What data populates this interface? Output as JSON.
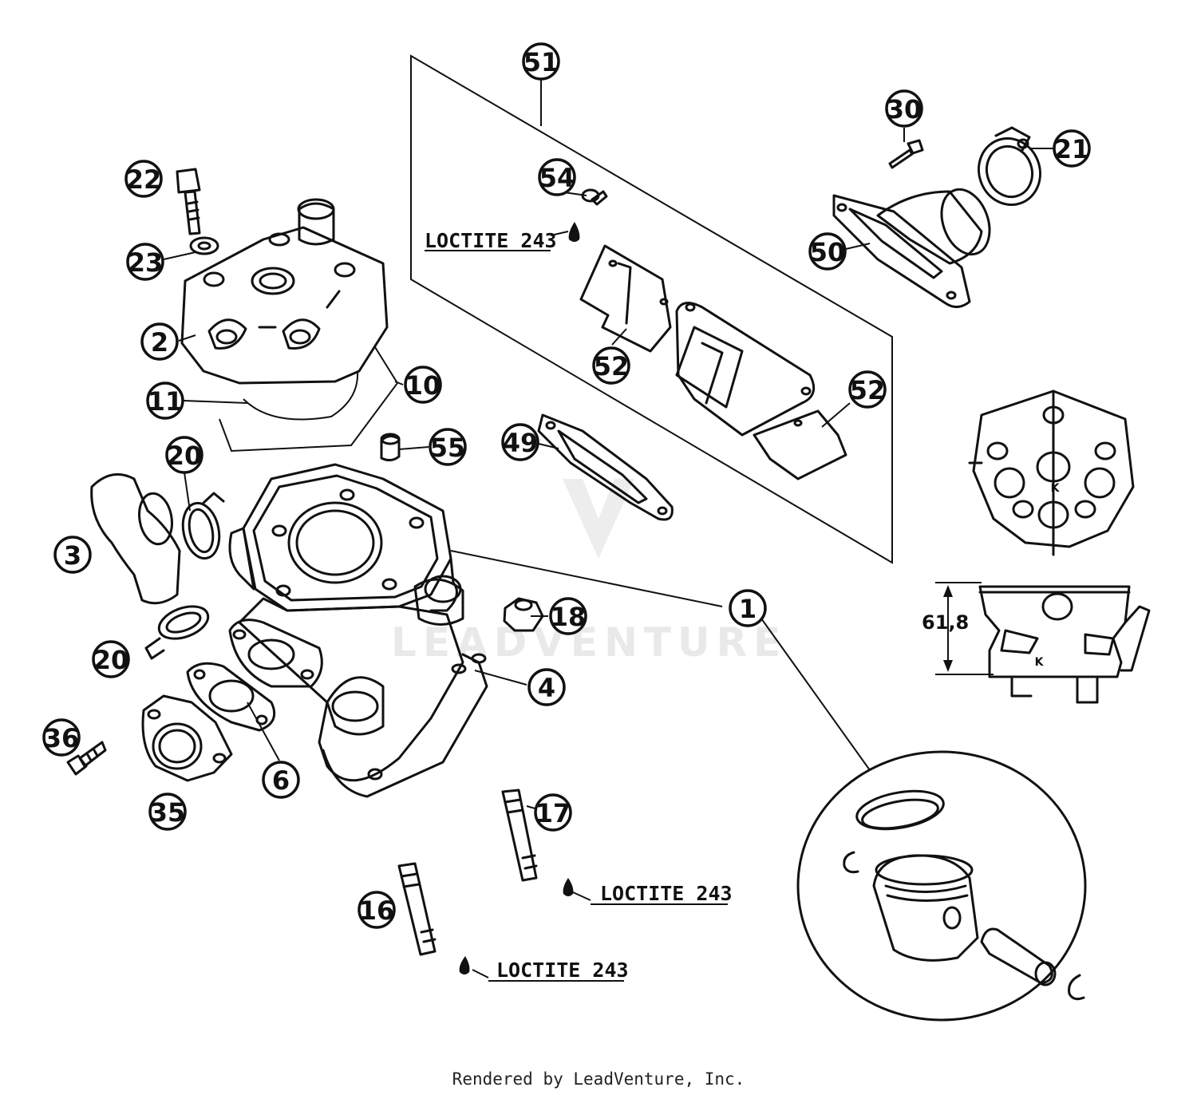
{
  "callouts": [
    {
      "id": "51",
      "label": "51"
    },
    {
      "id": "30",
      "label": "30"
    },
    {
      "id": "21",
      "label": "21"
    },
    {
      "id": "22",
      "label": "22"
    },
    {
      "id": "54",
      "label": "54"
    },
    {
      "id": "23",
      "label": "23"
    },
    {
      "id": "50",
      "label": "50"
    },
    {
      "id": "2",
      "label": "2"
    },
    {
      "id": "52a",
      "label": "52"
    },
    {
      "id": "10",
      "label": "10"
    },
    {
      "id": "52b",
      "label": "52"
    },
    {
      "id": "11",
      "label": "11"
    },
    {
      "id": "55",
      "label": "55"
    },
    {
      "id": "49",
      "label": "49"
    },
    {
      "id": "20a",
      "label": "20"
    },
    {
      "id": "3",
      "label": "3"
    },
    {
      "id": "1",
      "label": "1"
    },
    {
      "id": "18",
      "label": "18"
    },
    {
      "id": "20b",
      "label": "20"
    },
    {
      "id": "4",
      "label": "4"
    },
    {
      "id": "36",
      "label": "36"
    },
    {
      "id": "6",
      "label": "6"
    },
    {
      "id": "35",
      "label": "35"
    },
    {
      "id": "17",
      "label": "17"
    },
    {
      "id": "16",
      "label": "16"
    }
  ],
  "notes": {
    "loctite_reed": "LOCTITE 243",
    "loctite_17": "LOCTITE 243",
    "loctite_16": "LOCTITE 243"
  },
  "dimension": "61,8",
  "marks": {
    "k_top": "K",
    "k_side": "K"
  },
  "watermark": "LEADVENTURE",
  "footer": "Rendered by LeadVenture, Inc."
}
